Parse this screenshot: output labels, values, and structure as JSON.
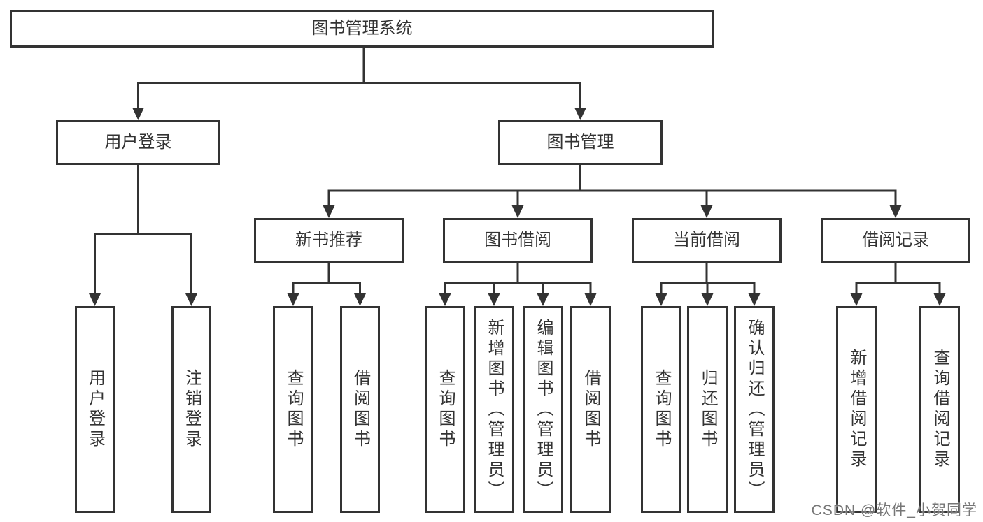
{
  "diagram": {
    "nodes": {
      "root": "图书管理系统",
      "user_login": "用户登录",
      "book_mgmt": "图书管理",
      "login": "用户登录",
      "logout": "注销登录",
      "new_books": "新书推荐",
      "borrowing": "图书借阅",
      "current": "当前借阅",
      "records": "借阅记录",
      "nb_query": "查询图书",
      "nb_borrow": "借阅图书",
      "bw_query": "查询图书",
      "bw_add": "新增图书（管理员）",
      "bw_edit": "编辑图书（管理员）",
      "bw_borrow": "借阅图书",
      "cu_query": "查询图书",
      "cu_return": "归还图书",
      "cu_confirm": "确认归还（管理员）",
      "rc_add": "新增借阅记录",
      "rc_query": "查询借阅记录"
    },
    "hierarchy": {
      "图书管理系统": {
        "用户登录": [
          "用户登录",
          "注销登录"
        ],
        "图书管理": {
          "新书推荐": [
            "查询图书",
            "借阅图书"
          ],
          "图书借阅": [
            "查询图书",
            "新增图书（管理员）",
            "编辑图书（管理员）",
            "借阅图书"
          ],
          "当前借阅": [
            "查询图书",
            "归还图书",
            "确认归还（管理员）"
          ],
          "借阅记录": [
            "新增借阅记录",
            "查询借阅记录"
          ]
        }
      }
    }
  },
  "watermark": "CSDN @软件_小贺同学",
  "colors": {
    "line": "#333333",
    "text": "#333333",
    "background": "#ffffff",
    "watermark": "#767676"
  }
}
